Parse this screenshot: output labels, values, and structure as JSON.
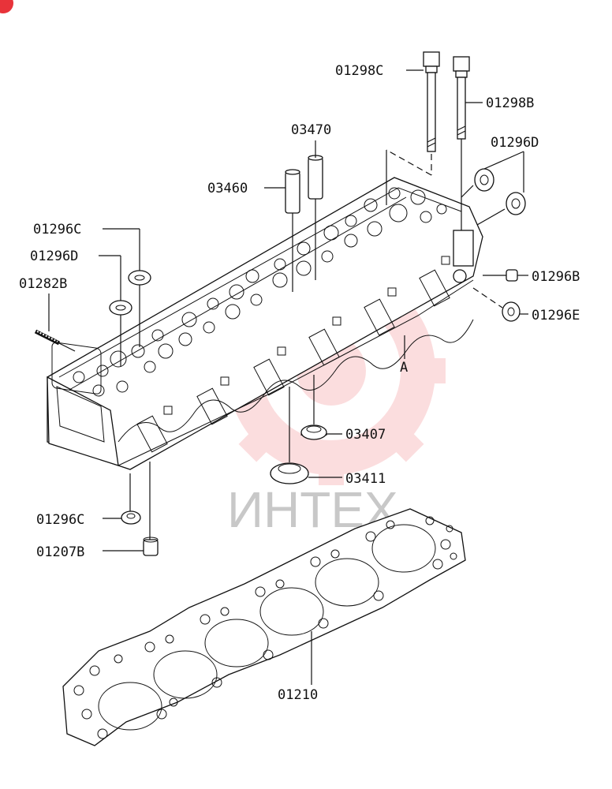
{
  "watermark": {
    "text": "ИНТЕХ",
    "brand_color": "#e8333a"
  },
  "labels": {
    "p01298C": "01298C",
    "p01298B": "01298B",
    "p03470": "03470",
    "p01296D_top": "01296D",
    "p03460": "03460",
    "p01296C_top": "01296C",
    "p01296D_left": "01296D",
    "p01282B": "01282B",
    "p01296B": "01296B",
    "p01296E": "01296E",
    "marker_A": "A",
    "p03407": "03407",
    "p03411": "03411",
    "p01296C_bottom": "01296C",
    "p01207B": "01207B",
    "p01210": "01210"
  }
}
